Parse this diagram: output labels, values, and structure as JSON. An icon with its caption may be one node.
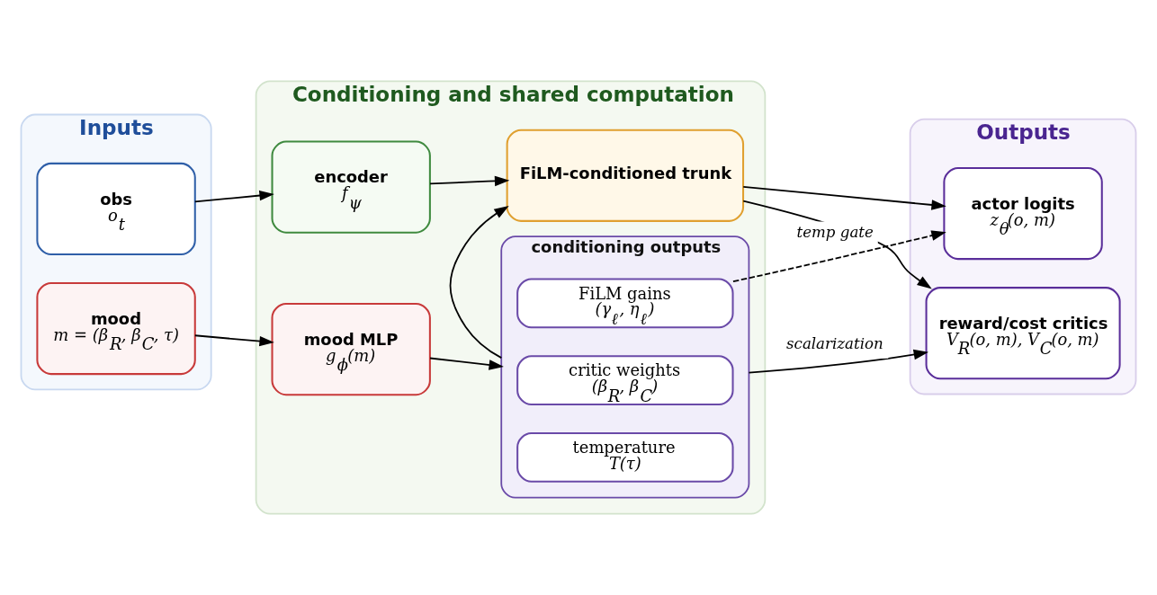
{
  "diagram": {
    "nodes": [
      {
        "text": [
          "Inputs"
        ]
      },
      {
        "text": [
          "obs",
          "o$_{t}$"
        ],
        "in": 0
      },
      {
        "text": [
          "mood",
          "m = (β$_{R}$, β$_{C}$, τ)"
        ],
        "in": 0
      },
      {
        "text": [
          "Conditioning and shared computation"
        ]
      },
      {
        "text": [
          "encoder",
          "f$_{ψ}$"
        ],
        "in": 3
      },
      {
        "text": [
          "FiLM-conditioned trunk"
        ],
        "in": 3
      },
      {
        "text": [
          "mood MLP",
          "g$_{ϕ}$(m)"
        ],
        "in": 3
      },
      {
        "text": [
          "conditioning outputs"
        ],
        "in": 3
      },
      {
        "text": [
          "FiLM gains",
          "(γ$_{ℓ}$, η$_{ℓ}$)"
        ],
        "in": 7
      },
      {
        "text": [
          "critic weights",
          "(β$_{R}$, β$_{C}$)"
        ],
        "in": 7
      },
      {
        "text": [
          "temperature",
          "T(τ)"
        ],
        "in": 7
      },
      {
        "text": [
          "Outputs"
        ]
      },
      {
        "text": [
          "actor logits",
          "z$_{θ}$(o, m)"
        ],
        "in": 11
      },
      {
        "text": [
          "reward/cost critics",
          "V$_{R}$(o, m), V$_{C}$(o, m)"
        ],
        "in": 11
      }
    ],
    "edges": [
      {
        "from": 1,
        "to": 4,
        "arrow": "to"
      },
      {
        "from": 4,
        "to": 5,
        "arrow": "to"
      },
      {
        "from": 5,
        "to": 12,
        "arrow": "to"
      },
      {
        "from": 2,
        "to": 6,
        "arrow": "to"
      },
      {
        "from": 6,
        "to": 7,
        "arrow": "to"
      },
      {
        "from": 7,
        "to": 5,
        "arrow": "to"
      },
      {
        "from": 5,
        "to": 13,
        "arrow": "to"
      },
      {
        "from": 8,
        "to": 12,
        "arrow": "to",
        "label": "temp gate",
        "style": "dashed"
      },
      {
        "from": 7,
        "to": 13,
        "arrow": "to",
        "label": "scalarization"
      }
    ]
  }
}
